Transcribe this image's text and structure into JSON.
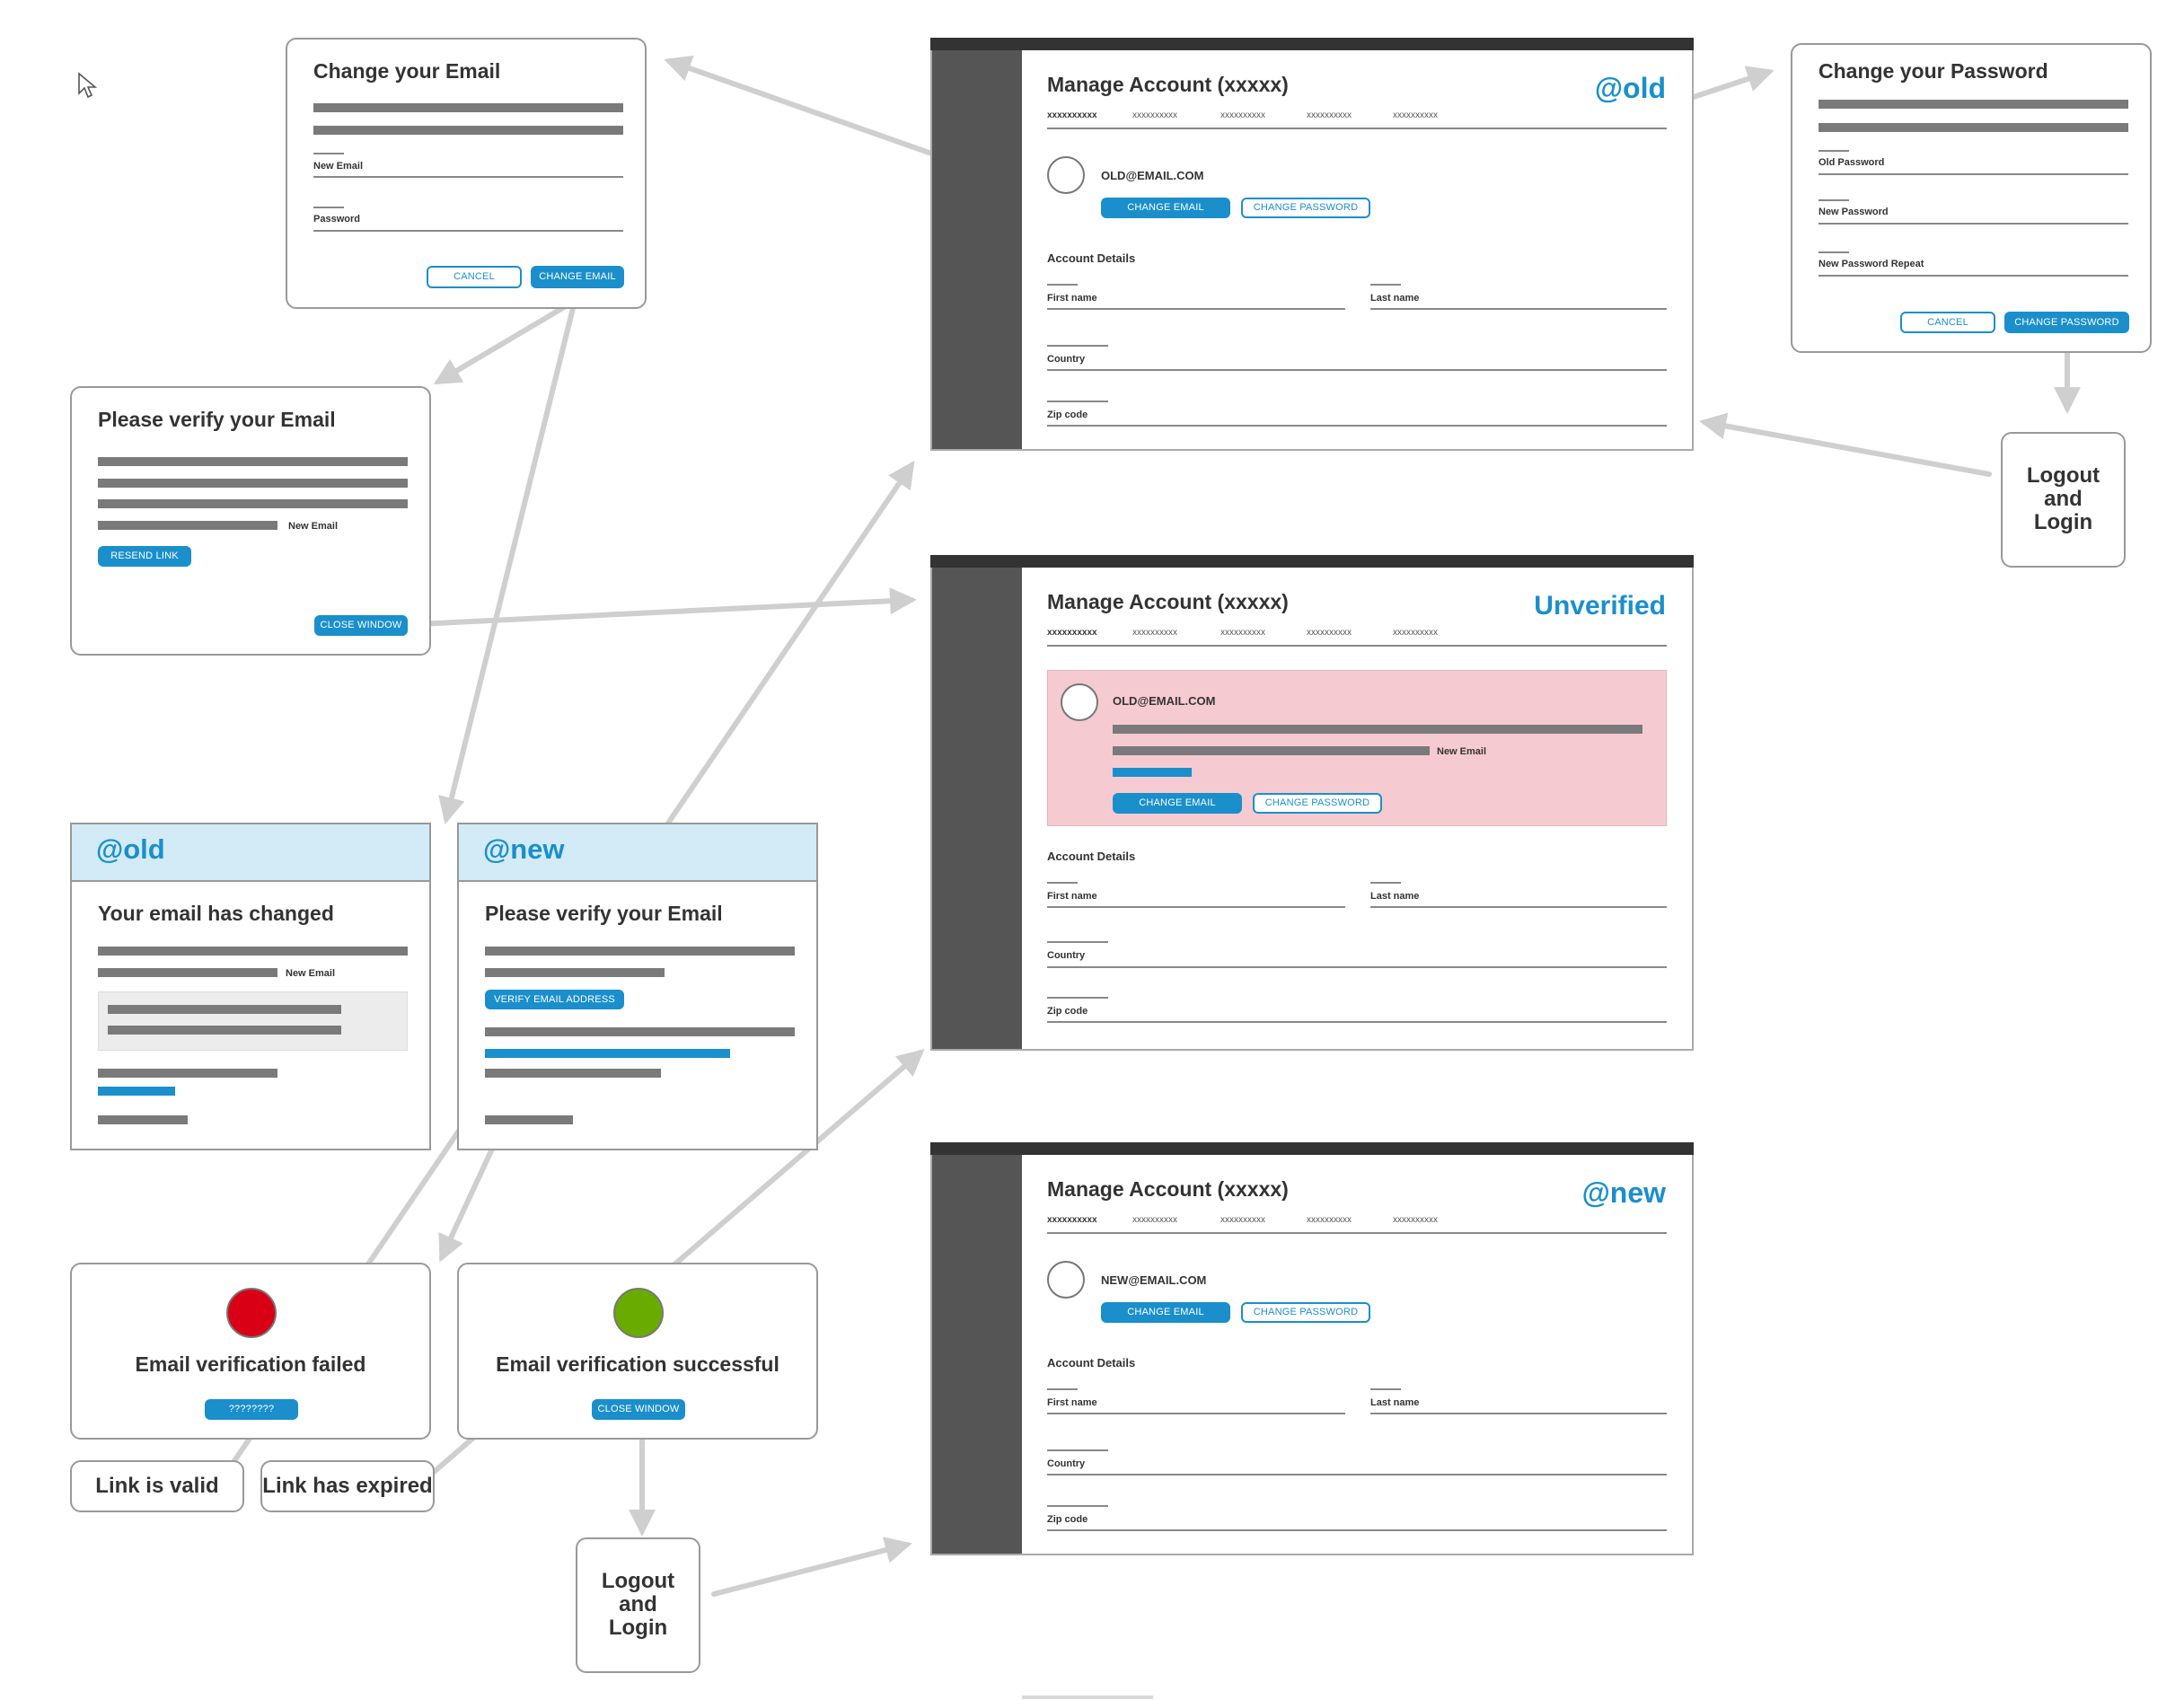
{
  "colors": {
    "accent": "#1a8fcc",
    "error": "#d90016",
    "success": "#6aab00",
    "unverified_bg": "#f5cbd1",
    "header_band": "#d3ebf6"
  },
  "change_email_dialog": {
    "title": "Change your Email",
    "new_email_label": "New Email",
    "password_label": "Password",
    "cancel": "CANCEL",
    "submit": "CHANGE EMAIL"
  },
  "verify_dialog": {
    "title": "Please verify your Email",
    "new_email_label": "New Email",
    "resend": "RESEND LINK",
    "close": "CLOSE WINDOW"
  },
  "mail_old": {
    "tag": "@old",
    "title": "Your email has changed",
    "new_email_label": "New Email"
  },
  "mail_new": {
    "tag": "@new",
    "title": "Please verify your Email",
    "verify_button": "VERIFY EMAIL ADDRESS"
  },
  "result_failed": {
    "title": "Email verification failed",
    "button": "????????"
  },
  "result_success": {
    "title": "Email verification successful",
    "button": "CLOSE WINDOW"
  },
  "notes": {
    "link_valid": "Link is valid",
    "link_expired": "Link has expired",
    "logout_login": "Logout and Login",
    "logout_login_right": "Logout and Login"
  },
  "change_password_dialog": {
    "title": "Change your Password",
    "old_password": "Old Password",
    "new_password": "New Password",
    "new_password_repeat": "New Password Repeat",
    "cancel": "CANCEL",
    "submit": "CHANGE PASSWORD"
  },
  "manage_account_old": {
    "title": "Manage Account (xxxxx)",
    "tag": "@old",
    "tabs": [
      "xxxxxxxxxx",
      "xxxxxxxxxx",
      "xxxxxxxxxx",
      "xxxxxxxxxx",
      "xxxxxxxxxx"
    ],
    "email": "OLD@EMAIL.COM",
    "change_email": "CHANGE EMAIL",
    "change_password": "CHANGE PASSWORD",
    "details_heading": "Account Details",
    "first_name": "First name",
    "last_name": "Last name",
    "country": "Country",
    "zip": "Zip code"
  },
  "manage_account_unverified": {
    "title": "Manage Account (xxxxx)",
    "tag": "Unverified",
    "tabs": [
      "xxxxxxxxxx",
      "xxxxxxxxxx",
      "xxxxxxxxxx",
      "xxxxxxxxxx",
      "xxxxxxxxxx"
    ],
    "email": "OLD@EMAIL.COM",
    "new_email_label": "New Email",
    "change_email": "CHANGE EMAIL",
    "change_password": "CHANGE PASSWORD",
    "details_heading": "Account Details",
    "first_name": "First name",
    "last_name": "Last name",
    "country": "Country",
    "zip": "Zip code"
  },
  "manage_account_new": {
    "title": "Manage Account (xxxxx)",
    "tag": "@new",
    "tabs": [
      "xxxxxxxxxx",
      "xxxxxxxxxx",
      "xxxxxxxxxx",
      "xxxxxxxxxx",
      "xxxxxxxxxx"
    ],
    "email": "NEW@EMAIL.COM",
    "change_email": "CHANGE EMAIL",
    "change_password": "CHANGE PASSWORD",
    "details_heading": "Account Details",
    "first_name": "First name",
    "last_name": "Last name",
    "country": "Country",
    "zip": "Zip code"
  }
}
